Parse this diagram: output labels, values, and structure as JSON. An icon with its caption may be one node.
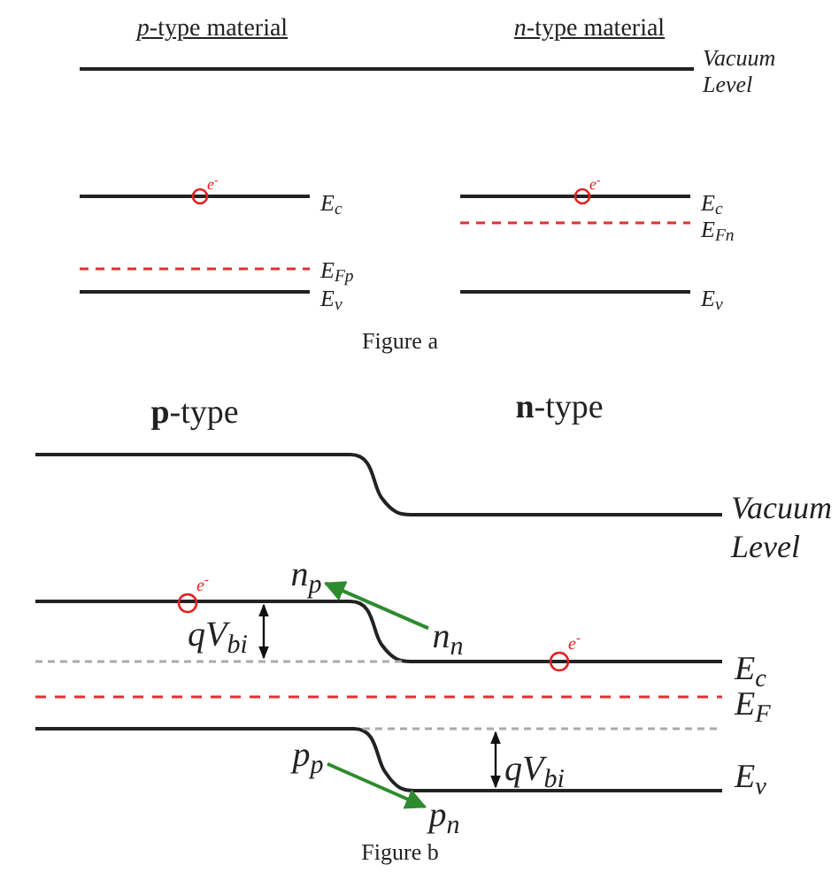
{
  "diagram": {
    "nodes": [
      {
        "text": [
          "n$_{p}$"
        ]
      },
      {
        "text": [
          "n$_{n}$"
        ]
      },
      {
        "text": [
          "p$_{p}$"
        ]
      },
      {
        "text": [
          "p$_{n}$"
        ]
      }
    ],
    "edges": [
      {
        "from": 1,
        "to": 0,
        "arrow": "to",
        "color": "#2e8b2e"
      },
      {
        "from": 2,
        "to": 3,
        "arrow": "to",
        "color": "#2e8b2e"
      }
    ],
    "labels": [
      "*p*-type material",
      "*n*-type material",
      "Vacuum Level",
      "e$^{-}$",
      "e$^{-}$",
      "E$_{c}$",
      "E$_{c}$",
      "E$_{Fn}$",
      "E$_{Fp}$",
      "E$_{v}$",
      "E$_{v}$",
      "Figure a",
      "**p**-type",
      "**n**-type",
      "Vacuum Level",
      "e$^{-}$",
      "qV$_{bi}$",
      "e$^{-}$",
      "E$_{c}$",
      "E$_{F}$",
      "qV$_{bi}$",
      "E$_{v}$",
      "Figure b"
    ]
  }
}
